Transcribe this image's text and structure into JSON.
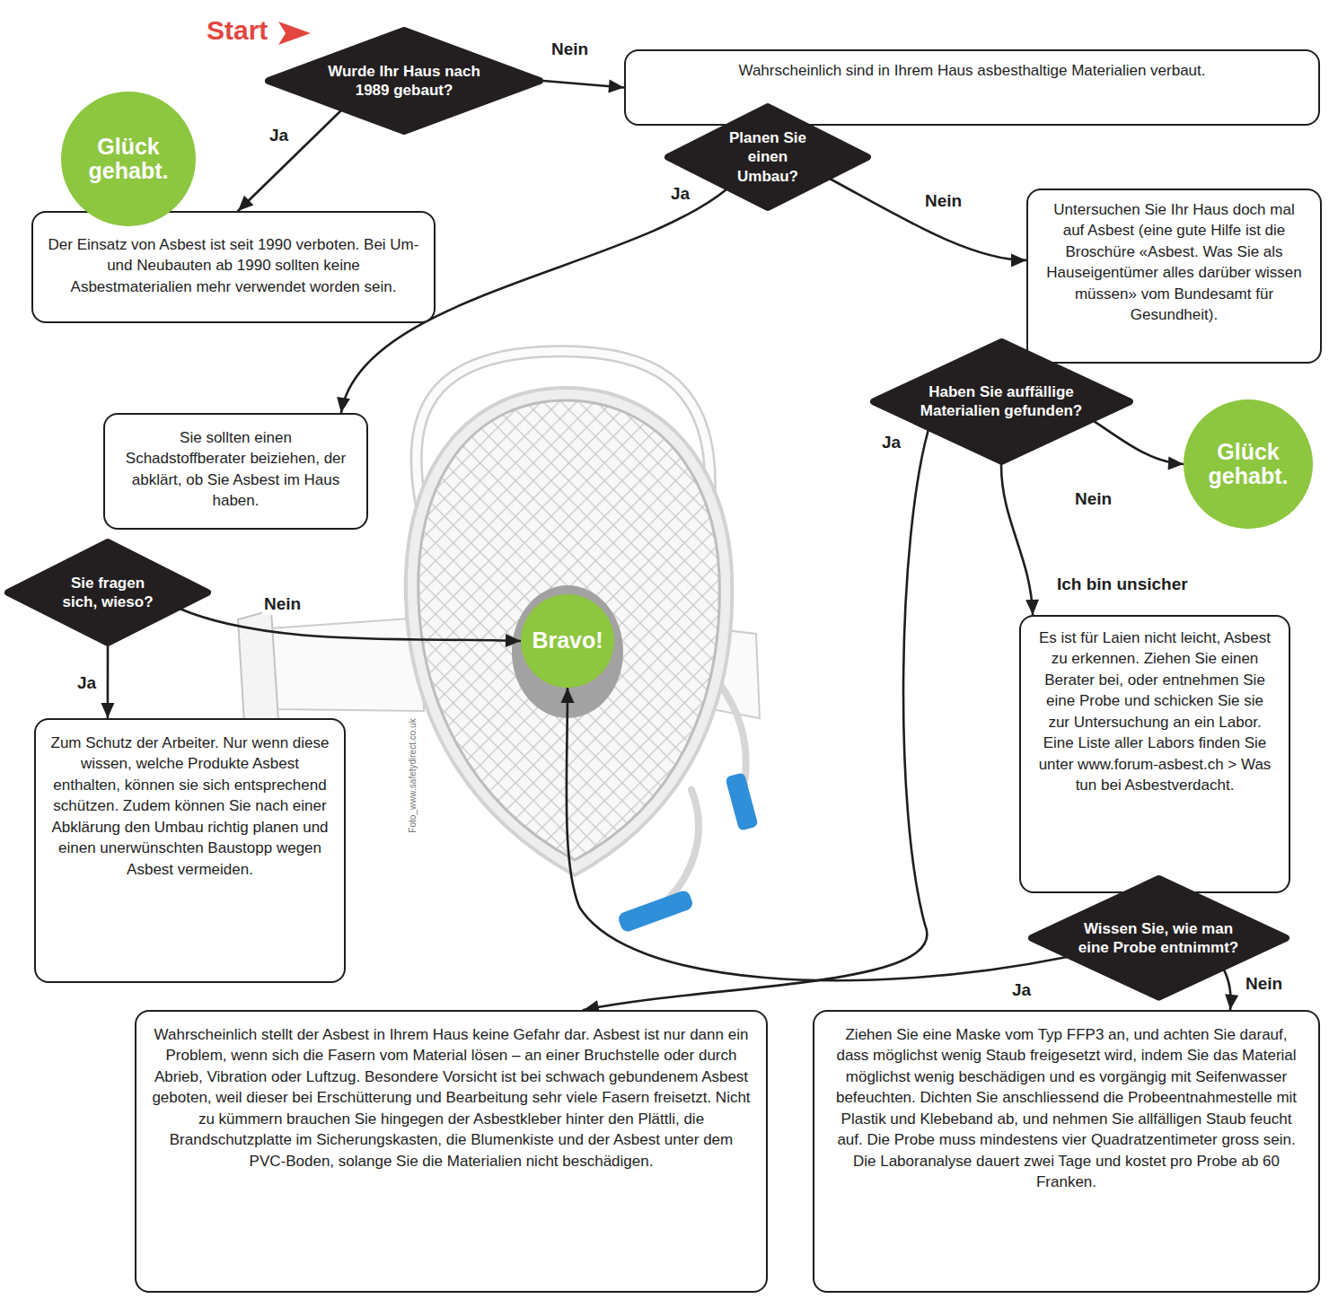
{
  "diagram": {
    "nodes": [
      {
        "text": [
          "Wurde Ihr Haus nach 1989 gebaut?"
        ]
      },
      {
        "text": [
          "Wahrscheinlich sind in Ihrem Haus asbesthaltige Materialien verbaut."
        ]
      },
      {
        "text": [
          "Planen Sie einen Umbau?"
        ]
      },
      {
        "text": [
          "Glück gehabt."
        ]
      },
      {
        "text": [
          "Der Einsatz von Asbest ist seit 1990 verboten. Bei Um- und Neubauten ab 1990 sollten keine Asbestmaterialien mehr verwendet worden sein."
        ]
      },
      {
        "text": [
          "Untersuchen Sie Ihr Haus doch mal auf Asbest (eine gute Hilfe ist die Broschüre «Asbest. Was Sie als Hauseigentümer alles darüber wissen müssen» vom Bundesamt für Gesundheit)."
        ]
      },
      {
        "text": [
          "Haben Sie auffällige Materialien gefunden?"
        ]
      },
      {
        "text": [
          "Glück gehabt."
        ]
      },
      {
        "text": [
          "Sie sollten einen Schadstoffberater beiziehen, der abklärt, ob Sie Asbest im Haus haben."
        ]
      },
      {
        "text": [
          "Sie fragen sich, wieso?"
        ]
      },
      {
        "text": [
          "Bravo!"
        ]
      },
      {
        "text": [
          "Zum Schutz der Arbeiter. Nur wenn diese wissen, welche Produkte Asbest enthalten, können sie sich entsprechend schützen. Zudem können Sie nach einer Abklärung den Umbau richtig planen und einen unerwünschten Baustopp wegen Asbest vermeiden."
        ]
      },
      {
        "text": [
          "Es ist für Laien nicht leicht, Asbest zu erkennen. Ziehen Sie einen Berater bei, oder entnehmen Sie eine Probe und schicken Sie sie zur Untersuchung an ein Labor. Eine Liste aller Labors finden Sie unter www.forum-asbest.ch > Was tun bei Asbestverdacht."
        ]
      },
      {
        "text": [
          "Wissen Sie, wie man eine Probe entnimmt?"
        ]
      },
      {
        "text": [
          "Wahrscheinlich stellt der Asbest in Ihrem Haus keine Gefahr dar. Asbest ist nur dann ein Problem, wenn sich die Fasern vom Material lösen – an einer Bruchstelle oder durch Abrieb, Vibration oder Luftzug. Besondere Vorsicht ist bei schwach gebundenem Asbest geboten, weil dieser bei Erschütterung und Bearbeitung sehr viele Fasern freisetzt. Nicht zu kümmern brauchen Sie hingegen der Asbestkleber hinter den Plättli, die Brandschutzplatte im Sicherungskasten, die Blumenkiste und der Asbest unter dem PVC-Boden, solange Sie die Materialien nicht beschädigen."
        ]
      },
      {
        "text": [
          "Ziehen Sie eine Maske vom Typ FFP3 an, und achten Sie darauf, dass möglichst wenig Staub freigesetzt wird, indem Sie das Material möglichst wenig beschädigen und es vorgängig mit Seifenwasser befeuchten. Dichten Sie anschliessend die Probeentnahmestelle mit Plastik und Klebeband ab, und nehmen Sie allfälligen Staub feucht auf. Die Probe muss mindestens vier Quadratzentimeter gross sein. Die Laboranalyse dauert zwei Tage und kostet pro Probe ab 60 Franken."
        ]
      }
    ],
    "edges": [
      {
        "from": 0,
        "to": 1,
        "label": "Nein",
        "arrow": "to"
      },
      {
        "from": 0,
        "to": 4,
        "label": "Ja",
        "arrow": "to"
      },
      {
        "from": 2,
        "to": 8,
        "label": "Ja",
        "arrow": "to"
      },
      {
        "from": 2,
        "to": 5,
        "label": "Nein",
        "arrow": "to"
      },
      {
        "from": 6,
        "to": 7,
        "label": "Nein",
        "arrow": "to"
      },
      {
        "from": 6,
        "to": 12,
        "label": "Ich bin unsicher",
        "arrow": "to"
      },
      {
        "from": 6,
        "to": 14,
        "label": "Ja",
        "arrow": "to"
      },
      {
        "from": 9,
        "to": 10,
        "label": "Nein",
        "arrow": "to"
      },
      {
        "from": 9,
        "to": 11,
        "label": "Ja",
        "arrow": "to"
      },
      {
        "from": 13,
        "to": 10,
        "label": "Ja",
        "arrow": "to"
      },
      {
        "from": 13,
        "to": 15,
        "label": "Nein",
        "arrow": "to"
      }
    ],
    "labels": [
      "Start",
      "Foto_www.safetydirect.co.uk"
    ]
  }
}
